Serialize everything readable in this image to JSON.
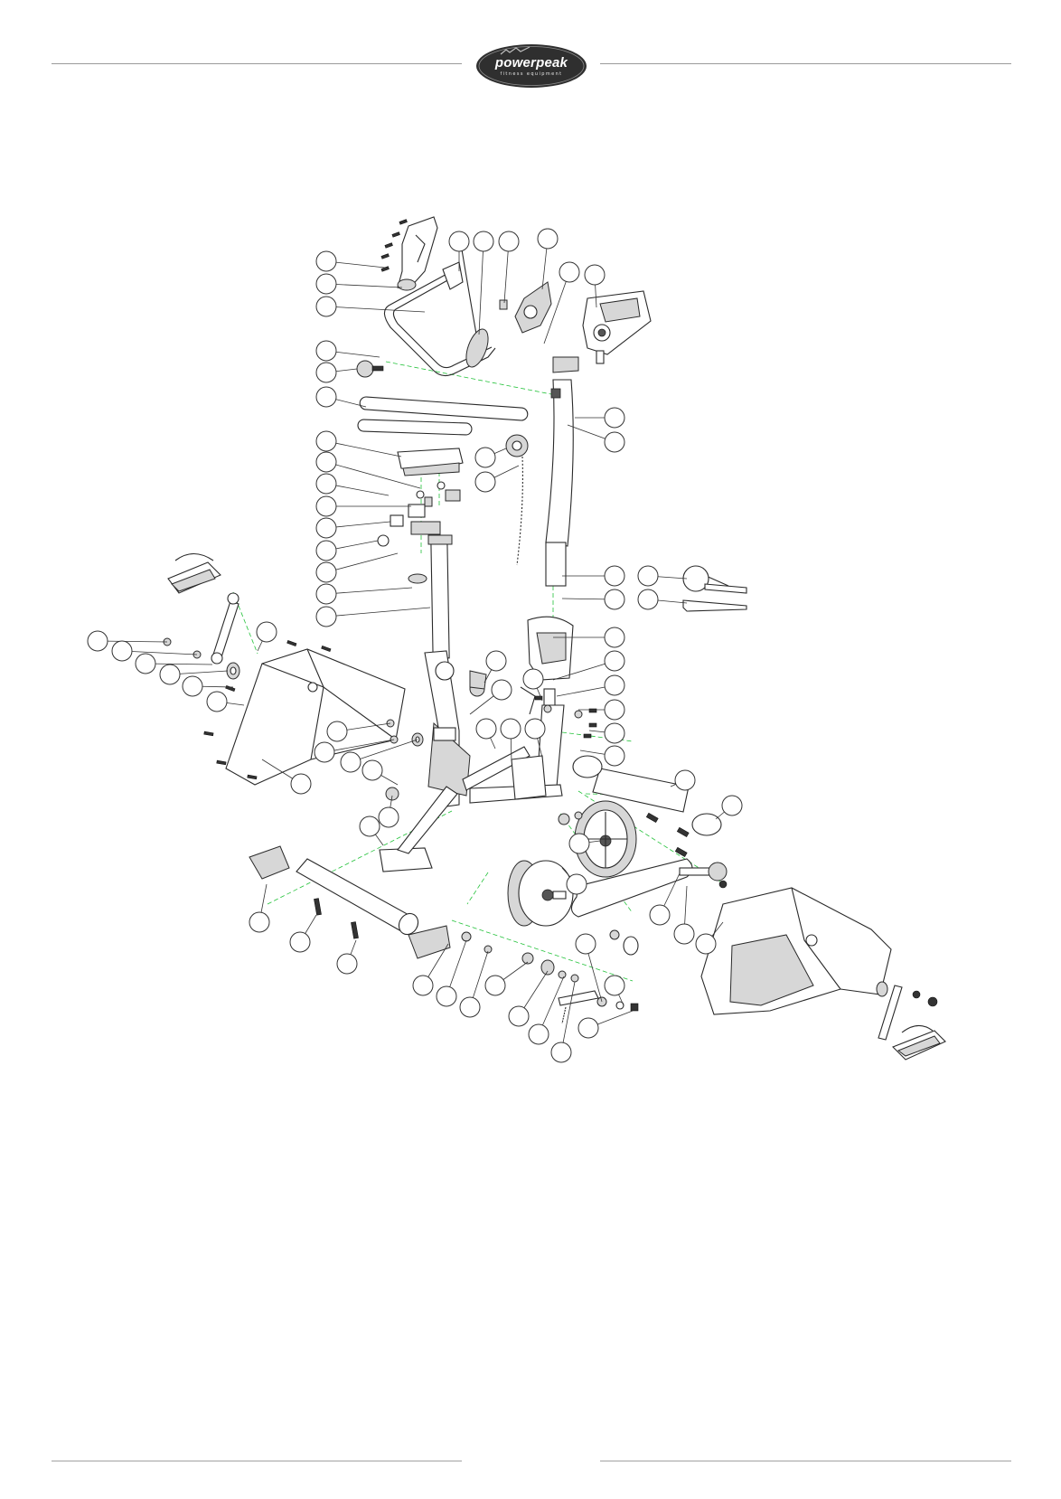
{
  "brand": {
    "name": "powerpeak",
    "tagline": "fitness equipment",
    "colors": {
      "logo_bg": "#2f2f2f",
      "logo_text": "#ffffff",
      "assembly_axis": "#23c23a",
      "rule": "#9a9a9a"
    }
  },
  "diagram": {
    "type": "exploded-view parts drawing",
    "callout_count": 75,
    "callouts_labeled": false
  }
}
